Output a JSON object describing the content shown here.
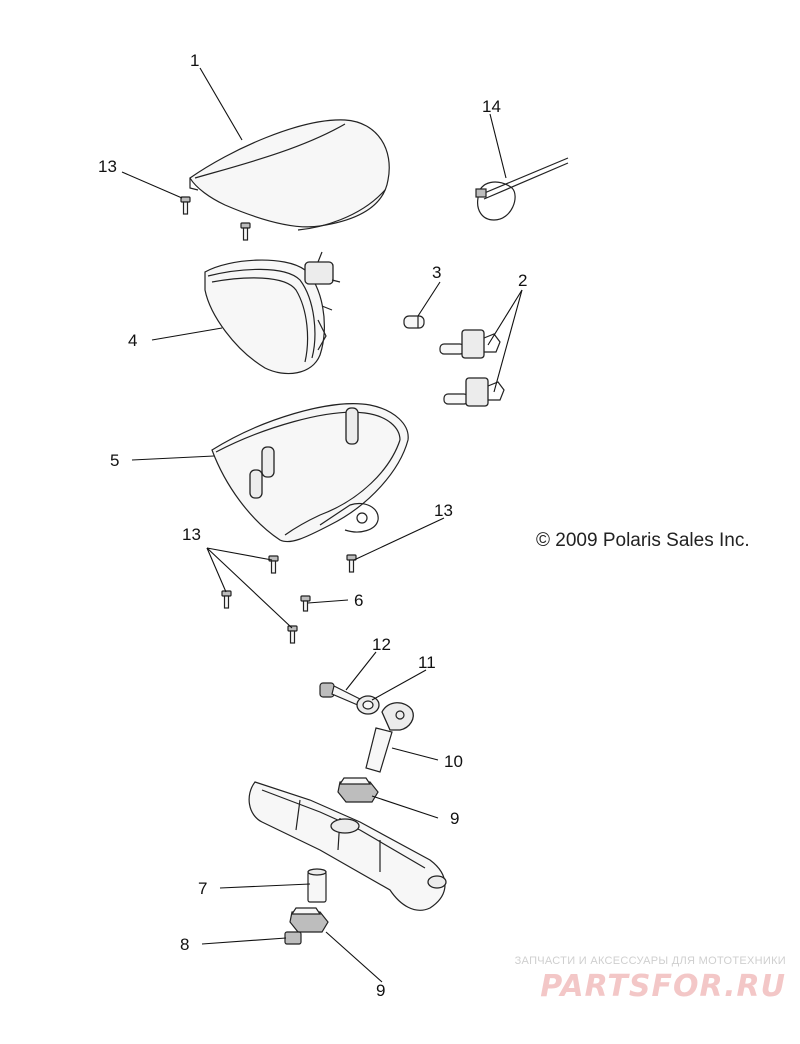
{
  "callouts": {
    "c1": "1",
    "c2": "2",
    "c3": "3",
    "c4": "4",
    "c5": "5",
    "c6": "6",
    "c7": "7",
    "c8": "8",
    "c9a": "9",
    "c9b": "9",
    "c10": "10",
    "c11": "11",
    "c12": "12",
    "c13a": "13",
    "c13b": "13",
    "c13c": "13",
    "c14": "14"
  },
  "copyright": "© 2009 Polaris Sales Inc.",
  "watermark": {
    "tagline": "ЗАПЧАСТИ И АКСЕССУАРЫ ДЛЯ МОТОТЕХНИКИ",
    "brand": "PARTSFOR.RU"
  },
  "colors": {
    "watermark_brand": "#f3c7c7",
    "watermark_tag": "#cfcfcf"
  }
}
